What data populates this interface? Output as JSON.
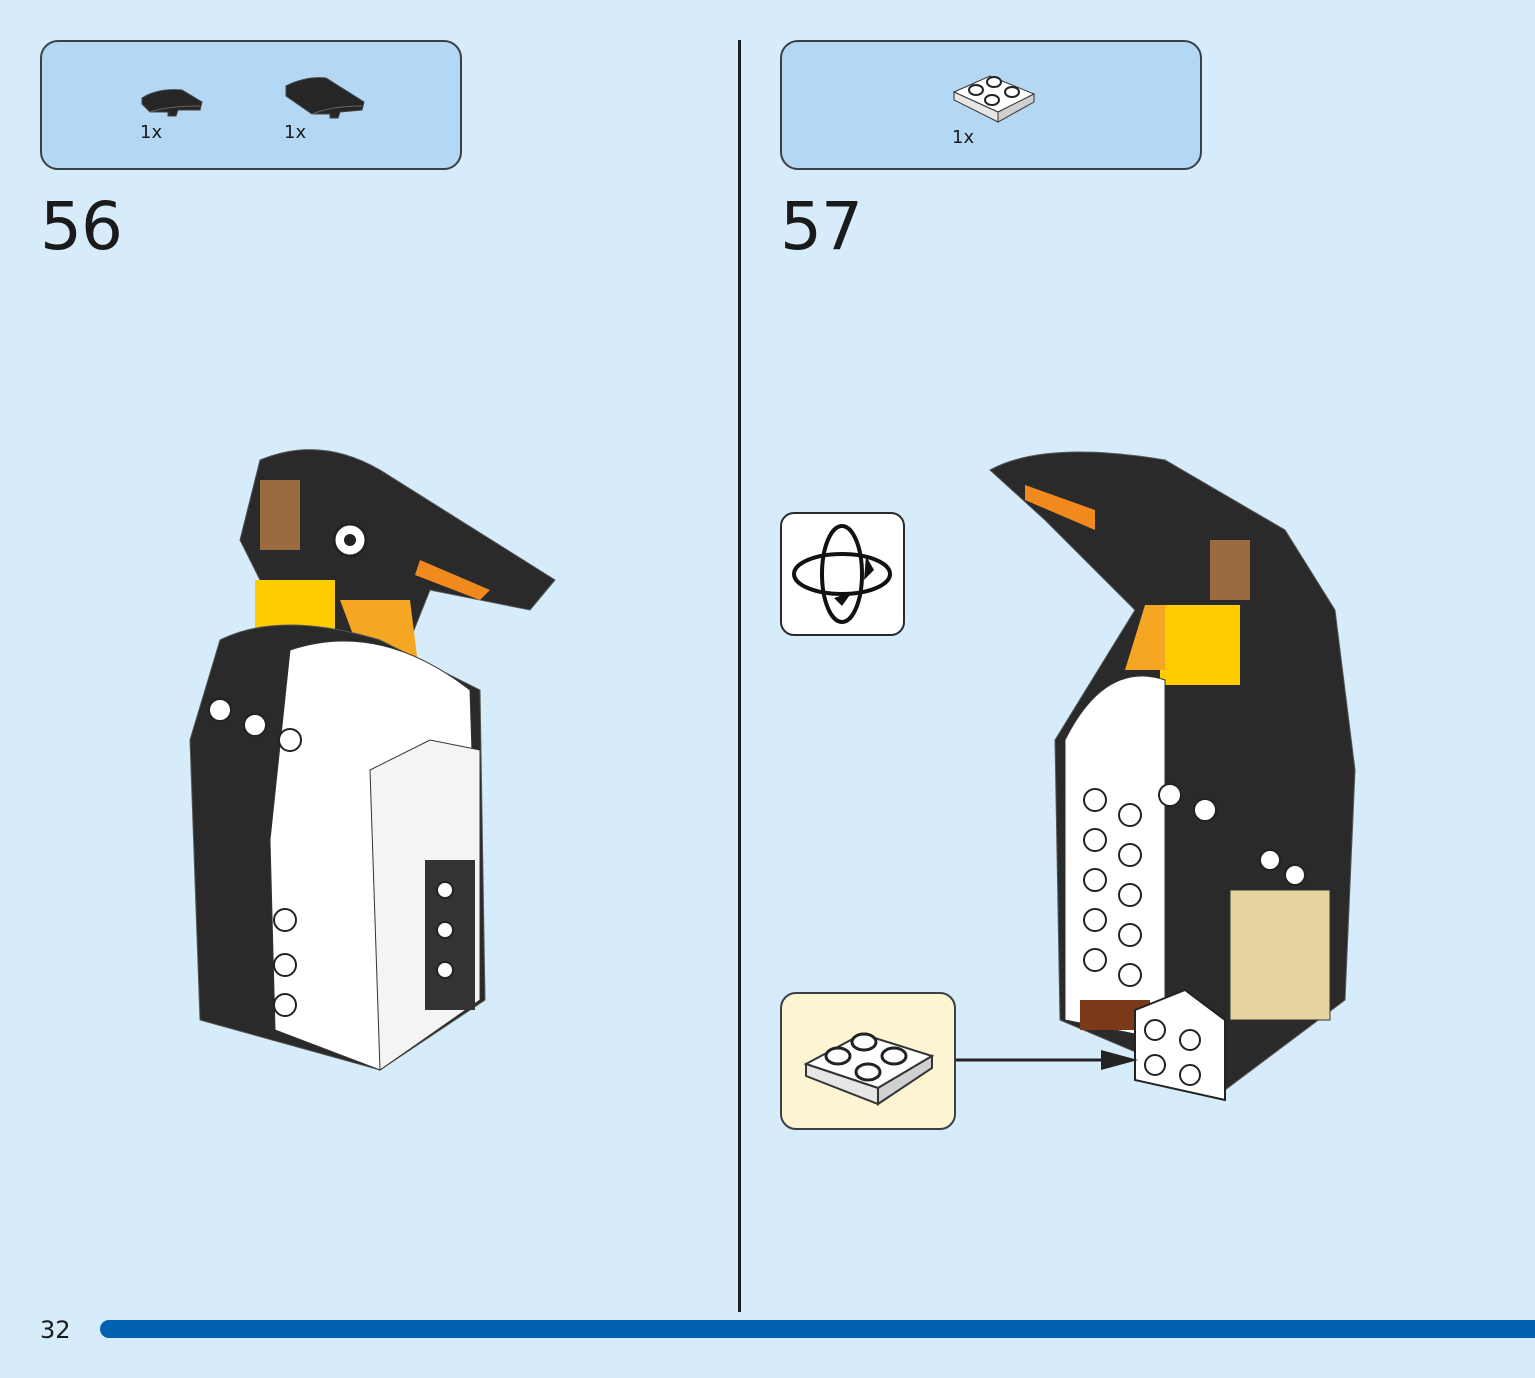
{
  "page": {
    "number": "32",
    "progress_percent": 100,
    "accent_color": "#0061b0"
  },
  "steps": [
    {
      "number": "56",
      "parts": [
        {
          "icon": "curved-slope-1x2-black",
          "qty": "1x"
        },
        {
          "icon": "curved-slope-2x2-black",
          "qty": "1x"
        }
      ]
    },
    {
      "number": "57",
      "parts": [
        {
          "icon": "plate-2x2-white",
          "qty": "1x"
        }
      ],
      "rotate_icon": "rotate-model-icon",
      "callout_icon": "plate-2x2-white"
    }
  ]
}
